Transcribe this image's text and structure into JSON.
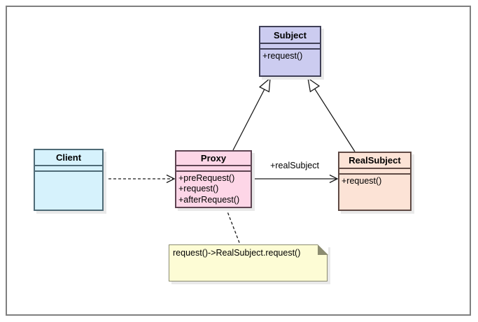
{
  "classes": {
    "subject": {
      "name": "Subject",
      "methods": [
        "+request()"
      ]
    },
    "client": {
      "name": "Client",
      "methods": []
    },
    "proxy": {
      "name": "Proxy",
      "methods": [
        "+preRequest()",
        "+request()",
        "+afterRequest()"
      ]
    },
    "realsubject": {
      "name": "RealSubject",
      "methods": [
        "+request()"
      ]
    }
  },
  "relations": {
    "proxy_to_realsubject_label": "+realSubject"
  },
  "note": {
    "text": "request()->RealSubject.request()"
  },
  "colors": {
    "subject_fill": "#ccccf0",
    "client_fill": "#d6f2fc",
    "proxy_fill": "#fdd6e7",
    "realsubject_fill": "#fce3d6",
    "note_fill": "#fdfcd5",
    "line_color": "#1a1a1a",
    "frame_border": "#7f7f7f"
  }
}
